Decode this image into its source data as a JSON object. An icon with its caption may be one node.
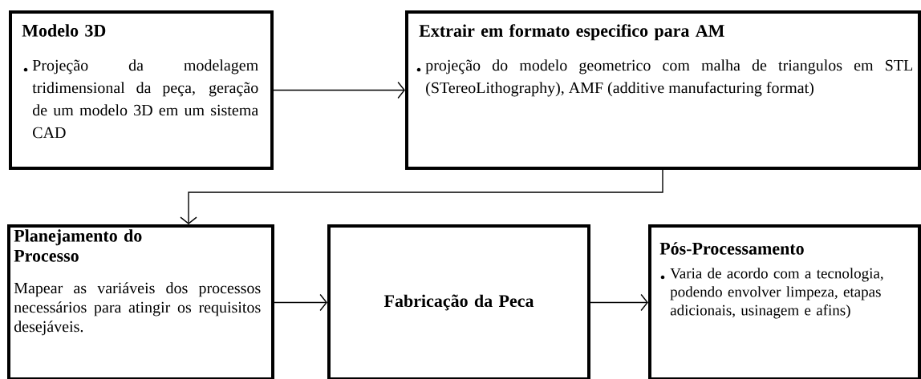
{
  "diagram": {
    "nodes": [
      {
        "text": [
          "Modelo 3D",
          "Projeção da modelagem tridimensional da peça, geração de um modelo 3D em um sistema CAD"
        ]
      },
      {
        "text": [
          "Extrair em formato especifico para AM",
          "projeção do modelo geometrico com malha de triangulos em STL (STereoLithography), AMF (additive manufacturing format)"
        ]
      },
      {
        "text": [
          "Planejamento do Processo",
          "Mapear as variáveis dos processos necessários para atingir os requisitos desejáveis."
        ]
      },
      {
        "text": [
          "Fabricação da Peca"
        ]
      },
      {
        "text": [
          "Pós-Processamento",
          "Varia de acordo com a tecnologia, podendo envolver limpeza, etapas adicionais, usinagem e afins)"
        ]
      }
    ],
    "edges": [
      {
        "from": 0,
        "to": 1,
        "arrow": "to"
      },
      {
        "from": 1,
        "to": 2,
        "arrow": "to"
      },
      {
        "from": 2,
        "to": 3,
        "arrow": "to"
      },
      {
        "from": 3,
        "to": 4,
        "arrow": "to"
      }
    ]
  }
}
